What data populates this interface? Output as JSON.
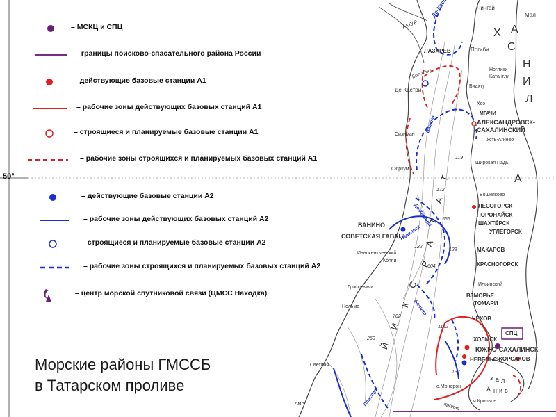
{
  "legend": [
    {
      "key": "msc",
      "text": "– МСКЦ и СПЦ"
    },
    {
      "key": "border",
      "text": "– границы поисково-спасательного района России"
    },
    {
      "key": "a1_active",
      "text": "– действующие базовые станции А1"
    },
    {
      "key": "a1_active_zone",
      "text": "– рабочие зоны действующих базовых станций А1"
    },
    {
      "key": "a1_planned",
      "text": "– строящиеся и планируемые базовые станции А1"
    },
    {
      "key": "a1_planned_zone",
      "text": "– рабочие зоны строящихся и планируемых базовых станций А1"
    },
    {
      "key": "a2_active",
      "text": "– действующие базовые станции А2"
    },
    {
      "key": "a2_active_zone",
      "text": "– рабочие зоны действующих базовых станций А2"
    },
    {
      "key": "a2_planned",
      "text": "– строящиеся и планируемые базовые станции А2"
    },
    {
      "key": "a2_planned_zone",
      "text": "– рабочие зоны строящихся и планируемых базовых станций А2"
    },
    {
      "key": "satcom",
      "text": "– центр морской спутниковой связи (ЦМСС Находка)"
    }
  ],
  "latitude_label": "50°",
  "caption": {
    "line1": "Морские районы ГМССБ",
    "line2": "в Татарском проливе"
  },
  "colors": {
    "msc": "#6a1f7a",
    "red": "#e02020",
    "blue": "#1a2fd0",
    "purple": "#7a2a8a",
    "ink": "#333333"
  },
  "map_labels": {
    "amur": "АМУР",
    "de_kastri_zone": "Де-Кастри",
    "chingai": "Чингай",
    "mal": "Мал",
    "lazarev": "ЛАЗАРЕВ",
    "pogibi": "Погиби",
    "de_kastri": "Де-Кастри",
    "bol_kliuch": "Бол.Ключ",
    "nogliki": "Ноглики",
    "katangli": "Катангли",
    "viakhtu": "Виахту",
    "khoe": "Хоэ",
    "mgachi": "МГАЧИ",
    "aleksandrovsk": "АЛЕКСАНДРОВСК-",
    "sakhalinsky": "-САХАЛИНСКИЙ",
    "ust_agnevo": "Усть-Агнево",
    "sizimán": "Сизиман",
    "vanino_zone": "Ванино",
    "syurkum": "Сюркум",
    "shirokaya_pad": "Широкая Падь",
    "boshnyakovo": "Бошняково",
    "lesogorsk": "ЛЕСОГОРСК",
    "poronaysk": "ПОРОНАЙСК",
    "shakhtersk": "ШАХТЁРСК",
    "uglegorsk": "УГЛЕГОРСК",
    "vanino": "ВАНИНО",
    "sovetskaya_gavan": "СОВЕТСКАЯ ГАВАНЬ",
    "makarov": "МАКАРОВ",
    "innokentievsky": "Иннокентьевский",
    "koppi": "Коппи",
    "krasnogorsk": "КРАСНОГОРСК",
    "ilyinsky": "Ильинский",
    "grossevichi": "Гроссевичи",
    "vzmorye": "ВЗМОРЬЕ",
    "tomari": "ТОМАРИ",
    "nelma": "Нельма",
    "chekhov": "ЧЕХОВ",
    "spc": "СПЦ",
    "kholmsk": "ХОЛМСК",
    "yuzhno": "ЮЖНО-САХАЛИНСК",
    "nevelsk": "НЕВЕЛЬСК",
    "korsakov": "КОРСАКОВ",
    "svetlaya": "Светлая",
    "amgu": "Амгу",
    "moneron": "о.Монерон",
    "krilon": "м.Крильон",
    "sakhalin_a": "С",
    "sakhalin_b": "А",
    "sakhalin_c": "Х",
    "sakhalin_d": "А",
    "sakhalin_e": "Л",
    "sakhalin_f": "И",
    "sakhalin_g": "Н",
    "strait_a": "Т",
    "strait_b": "А",
    "strait_c": "Т",
    "strait_d": "А",
    "strait_e": "Р",
    "strait_f": "С",
    "strait_g": "К",
    "strait_h": "И",
    "strait_i": "Й",
    "bay_a": "з",
    "bay_b": "а",
    "bay_c": "л",
    "bay_d": "А",
    "bay_e": "н",
    "bay_f": "и",
    "bay_g": "в",
    "d119": "119",
    "d172": "172",
    "d555": "555",
    "d122": "122",
    "d123": "123",
    "d604": "604",
    "d702": "702",
    "d1142": "1142",
    "d260": "260",
    "d132": "132",
    "plastun": "Пластун",
    "zaliv_de_kastri": "Де-Кастри",
    "nevelsk_zone": "Невельск",
    "vanino_z2": "Ванино",
    "laperuz": "пролив"
  }
}
